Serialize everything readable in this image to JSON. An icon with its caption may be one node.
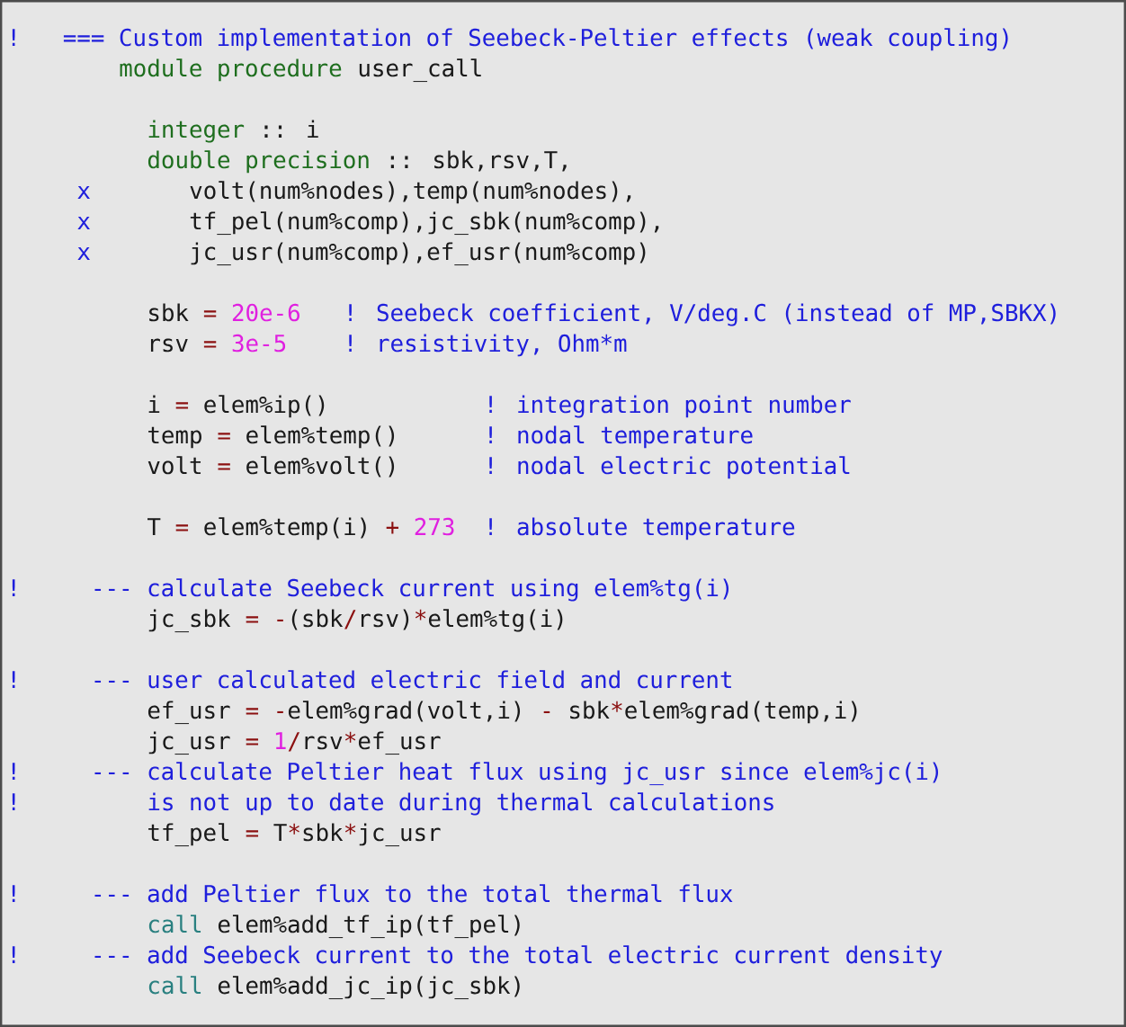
{
  "diagram": {
    "labels": [
      "!",
      "=== Custom implementation of Seebeck-Peltier effects (weak coupling)",
      "module procedure",
      "user_call",
      "integer",
      ":: i",
      "double precision",
      ":: sbk,rsv,T,",
      "x",
      "volt(num%nodes),temp(num%nodes),",
      "x",
      "tf_pel(num%comp),jc_sbk(num%comp),",
      "x",
      "jc_usr(num%comp),ef_usr(num%comp)",
      "sbk",
      "=",
      "20e-6",
      "! Seebeck coefficient, V/deg.C (instead of MP,SBKX)",
      "rsv",
      "=",
      "3e-5",
      "! resistivity, Ohm*m",
      "i",
      "=",
      "elem%ip()",
      "! integration point number",
      "temp",
      "=",
      "elem%temp()",
      "! nodal temperature",
      "volt",
      "=",
      "elem%volt()",
      "! nodal electric potential",
      "T",
      "=",
      "elem%temp(i)",
      "+",
      "273",
      "! absolute temperature",
      "!",
      "--- calculate Seebeck current using elem%tg(i)",
      "jc_sbk",
      "=",
      "-",
      "(sbk",
      "/",
      "rsv)",
      "*",
      "elem%tg(i)",
      "!",
      "--- user calculated electric field and current",
      "ef_usr",
      "=",
      "-",
      "elem%grad(volt,i)",
      "-",
      "sbk",
      "*",
      "elem%grad(temp,i)",
      "jc_usr",
      "=",
      "1",
      "/",
      "rsv",
      "*",
      "ef_usr",
      "!",
      "--- calculate Peltier heat flux using jc_usr since elem%jc(i)",
      "!",
      "is not up to date during thermal calculations",
      "tf_pel",
      "=",
      "T",
      "*",
      "sbk",
      "*",
      "jc_usr",
      "!",
      "--- add Peltier flux to the total thermal flux",
      "call",
      "elem%add_tf_ip(tf_pel)",
      "!",
      "--- add Seebeck current to the total electric current density",
      "call",
      "elem%add_jc_ip(jc_sbk)"
    ]
  }
}
